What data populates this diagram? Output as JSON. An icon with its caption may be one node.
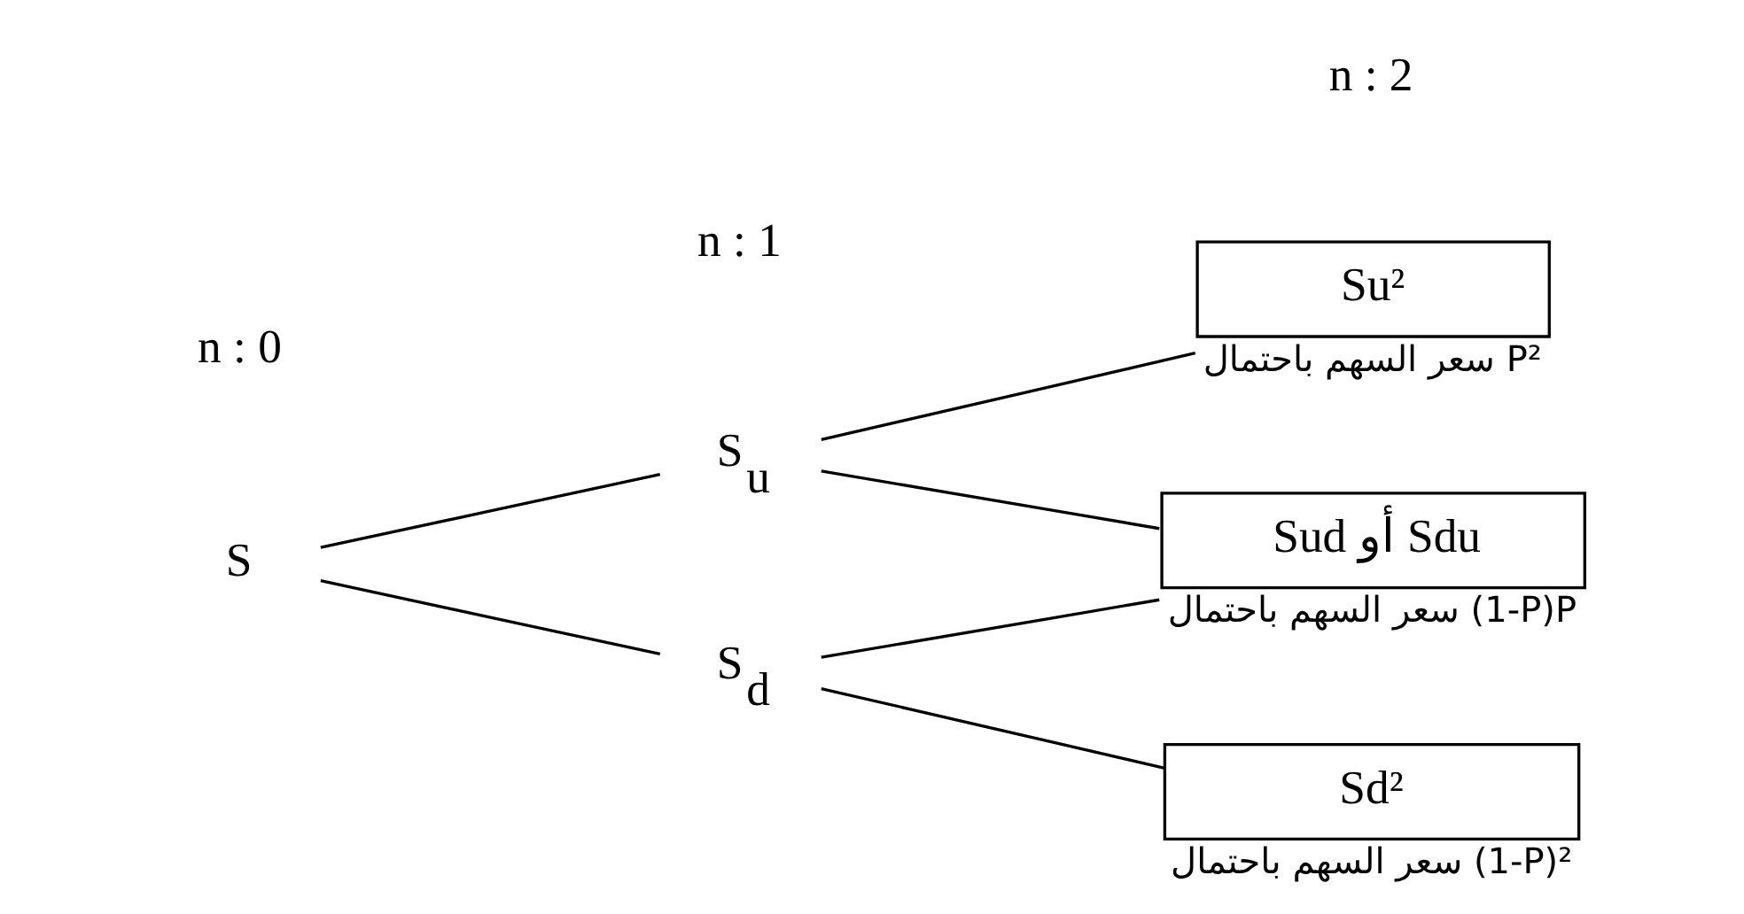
{
  "diagram": {
    "nodes": [
      {
        "text": [
          "S"
        ]
      },
      {
        "text": [
          "S$_{u}$"
        ]
      },
      {
        "text": [
          "S$_{d}$"
        ]
      },
      {
        "text": [
          "Su²"
        ],
        "beside": [
          "سعر السهم باحتمال P²"
        ]
      },
      {
        "text": [
          "Sud أو Sdu"
        ],
        "beside": [
          "سعر السهم باحتمال (1-P)P"
        ]
      },
      {
        "text": [
          "Sd²"
        ],
        "beside": [
          "سعر السهم باحتمال (1-P)²"
        ]
      }
    ],
    "edges": [
      {
        "from": 0,
        "to": 1,
        "arrow": "none"
      },
      {
        "from": 0,
        "to": 2,
        "arrow": "none"
      },
      {
        "from": 1,
        "to": 3,
        "arrow": "none"
      },
      {
        "from": 1,
        "to": 4,
        "arrow": "none"
      },
      {
        "from": 2,
        "to": 4,
        "arrow": "none"
      },
      {
        "from": 2,
        "to": 5,
        "arrow": "none"
      }
    ],
    "labels": [
      "n : 0",
      "n : 1",
      "n : 2"
    ]
  }
}
